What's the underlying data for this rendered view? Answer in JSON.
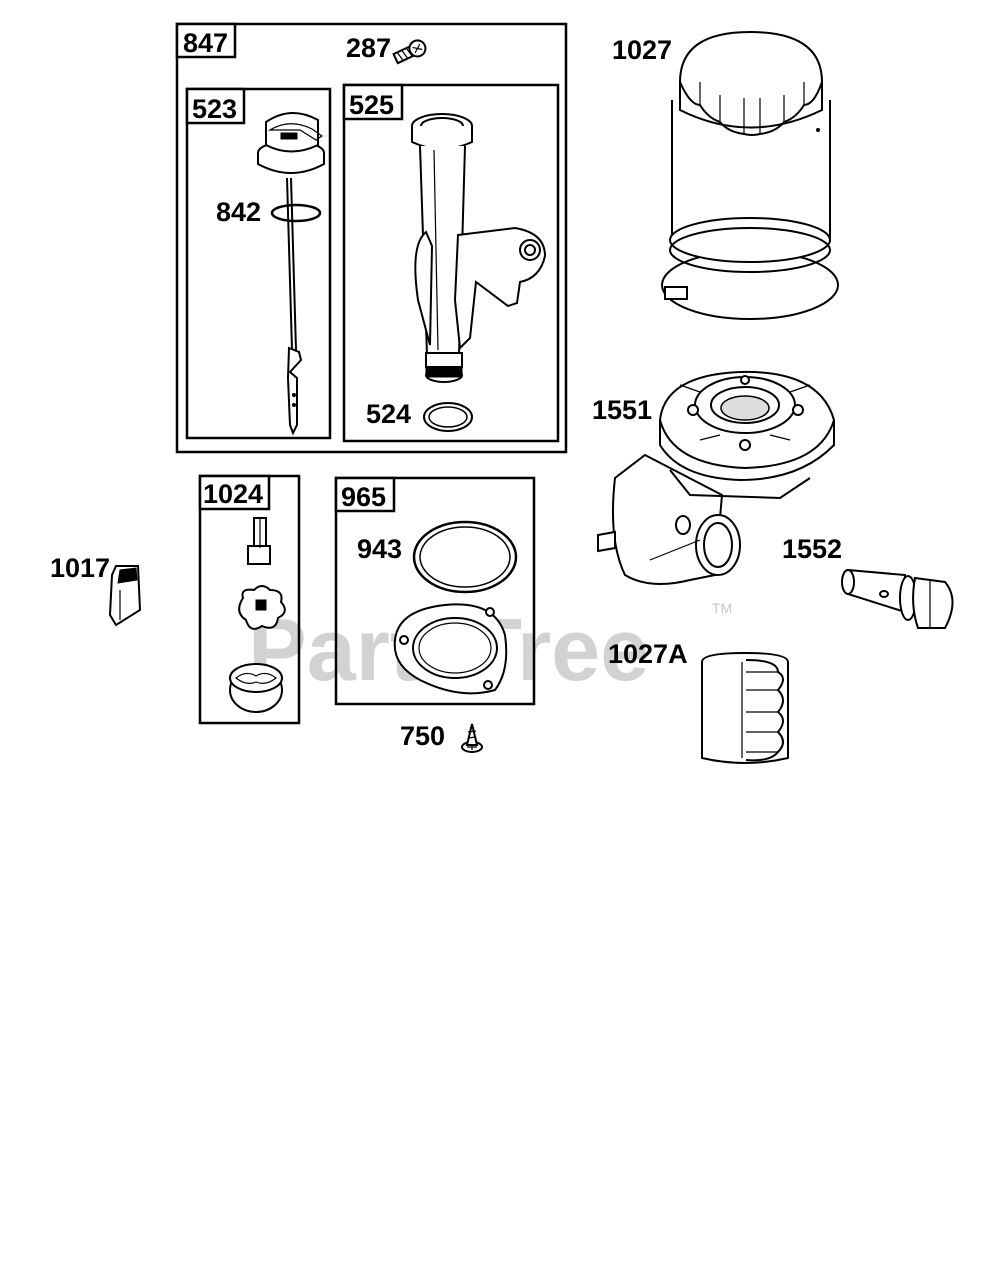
{
  "watermark": {
    "text": "PartsTree",
    "trademark": "TM"
  },
  "boxes": {
    "b847": "847",
    "b523": "523",
    "b525": "525",
    "b1024": "1024",
    "b965": "965"
  },
  "labels": {
    "p287": "287",
    "p842": "842",
    "p524": "524",
    "p1027": "1027",
    "p1551": "1551",
    "p1017": "1017",
    "p943": "943",
    "p1552": "1552",
    "p1027a": "1027A",
    "p750": "750"
  }
}
